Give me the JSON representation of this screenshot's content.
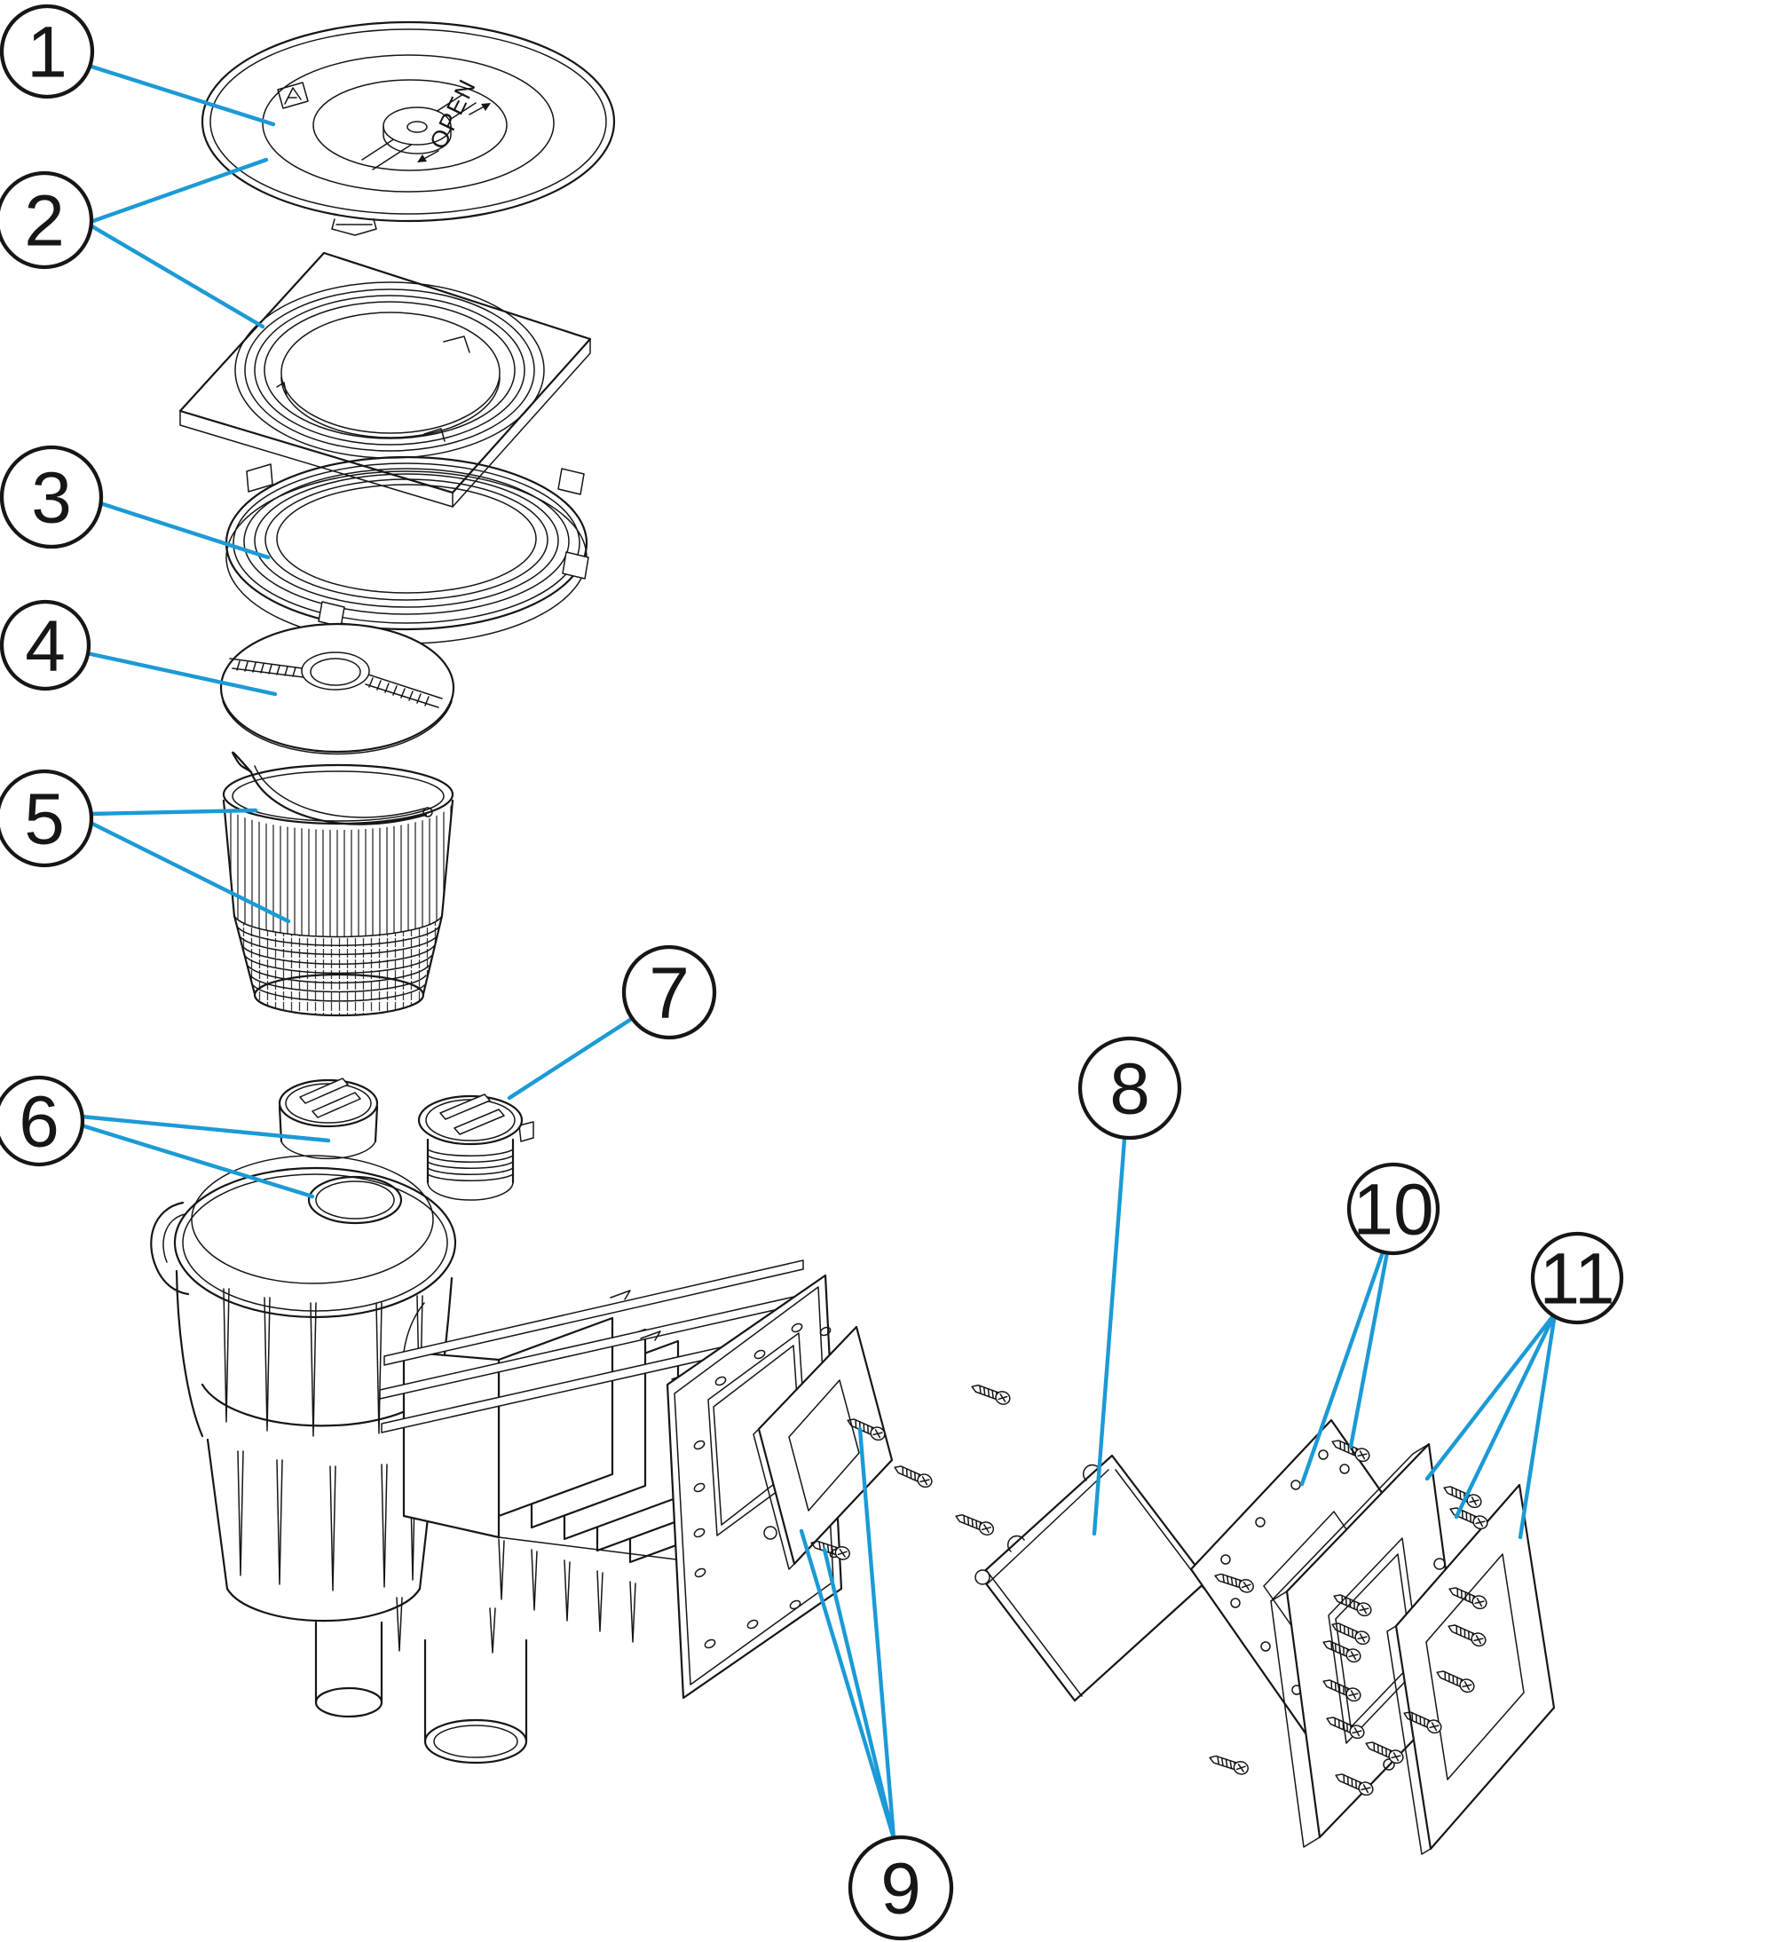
{
  "figure": {
    "background": "#ffffff",
    "ink": "#161616",
    "accent": "#1b9ad6",
    "lid": {
      "label": "OPEN",
      "logo_icon": "brand-mark-icon"
    },
    "callouts": [
      {
        "label": "1"
      },
      {
        "label": "2"
      },
      {
        "label": "3"
      },
      {
        "label": "4"
      },
      {
        "label": "5"
      },
      {
        "label": "6"
      },
      {
        "label": "7"
      },
      {
        "label": "8"
      },
      {
        "label": "9"
      },
      {
        "label": "10"
      },
      {
        "label": "11"
      }
    ]
  }
}
